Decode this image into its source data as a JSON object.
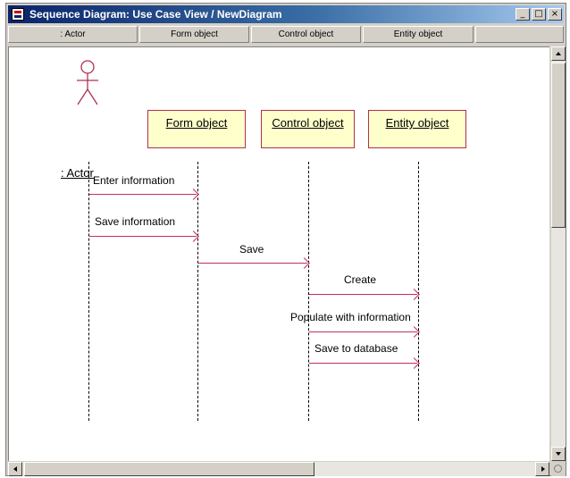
{
  "window": {
    "title": "Sequence Diagram: Use Case View / NewDiagram",
    "min_glyph": "_",
    "max_glyph": "□",
    "close_glyph": "×"
  },
  "header": {
    "columns": [
      ": Actor",
      "Form object",
      "Control object",
      "Entity object"
    ]
  },
  "diagram": {
    "actor_label": ": Actor",
    "objects": [
      {
        "name": "Form object"
      },
      {
        "name": "Control object"
      },
      {
        "name": "Entity object"
      }
    ],
    "messages": [
      {
        "label": "Enter information",
        "from": ": Actor",
        "to": "Form object"
      },
      {
        "label": "Save information",
        "from": ": Actor",
        "to": "Form object"
      },
      {
        "label": "Save",
        "from": "Form object",
        "to": "Control object"
      },
      {
        "label": "Create",
        "from": "Control object",
        "to": "Entity object"
      },
      {
        "label": "Populate with information",
        "from": "Control object",
        "to": "Entity object"
      },
      {
        "label": "Save to database",
        "from": "Control object",
        "to": "Entity object"
      }
    ]
  },
  "colors": {
    "object_fill": "#ffffcc",
    "object_border": "#b03050",
    "message_arrow": "#c03060",
    "titlebar": "#0a246a"
  },
  "icons": {
    "app": "rose-diagram-icon",
    "actor": "stick-figure-icon"
  }
}
